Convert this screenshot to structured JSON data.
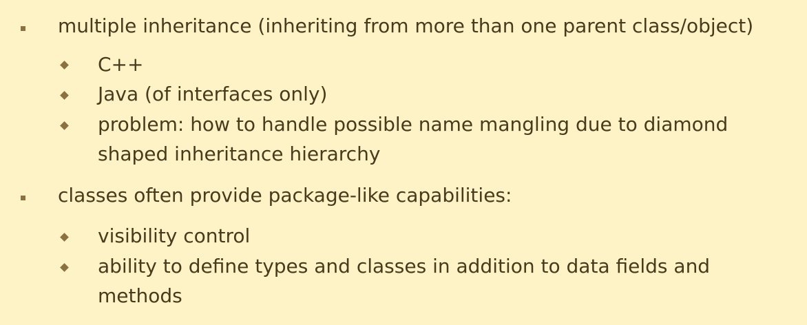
{
  "bullets": [
    {
      "text": "multiple inheritance (inheriting from more than one parent class/object)",
      "subs": [
        {
          "lines": [
            "C++"
          ]
        },
        {
          "lines": [
            "Java (of interfaces only)"
          ]
        },
        {
          "lines": [
            "problem: how to handle possible name mangling due to diamond",
            "shaped inheritance hierarchy"
          ]
        }
      ]
    },
    {
      "text": "classes often provide package-like capabilities:",
      "subs": [
        {
          "lines": [
            "visibility control"
          ]
        },
        {
          "lines": [
            "ability to define types and classes in addition to data fields and",
            "methods"
          ]
        }
      ]
    }
  ],
  "icons": {
    "main_bullet": "square-bullet-icon",
    "sub_bullet": "diamond-bullet-icon"
  },
  "colors": {
    "background": "#fdf3c7",
    "text": "#4a3a1c",
    "bullet": "#8b7140"
  }
}
